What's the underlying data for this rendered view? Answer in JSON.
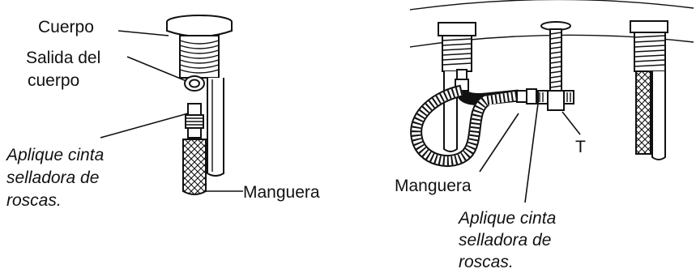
{
  "left": {
    "body_label": "Cuerpo",
    "outlet_label_line1": "Salida del",
    "outlet_label_line2": "cuerpo",
    "tape_line1": "Aplique cinta",
    "tape_line2": "selladora de",
    "tape_line3": "roscas.",
    "hose_label": "Manguera"
  },
  "right": {
    "hose_label": "Manguera",
    "tee_label": "T",
    "tape_line1": "Aplique cinta",
    "tape_line2": "selladora de",
    "tape_line3": "roscas."
  }
}
